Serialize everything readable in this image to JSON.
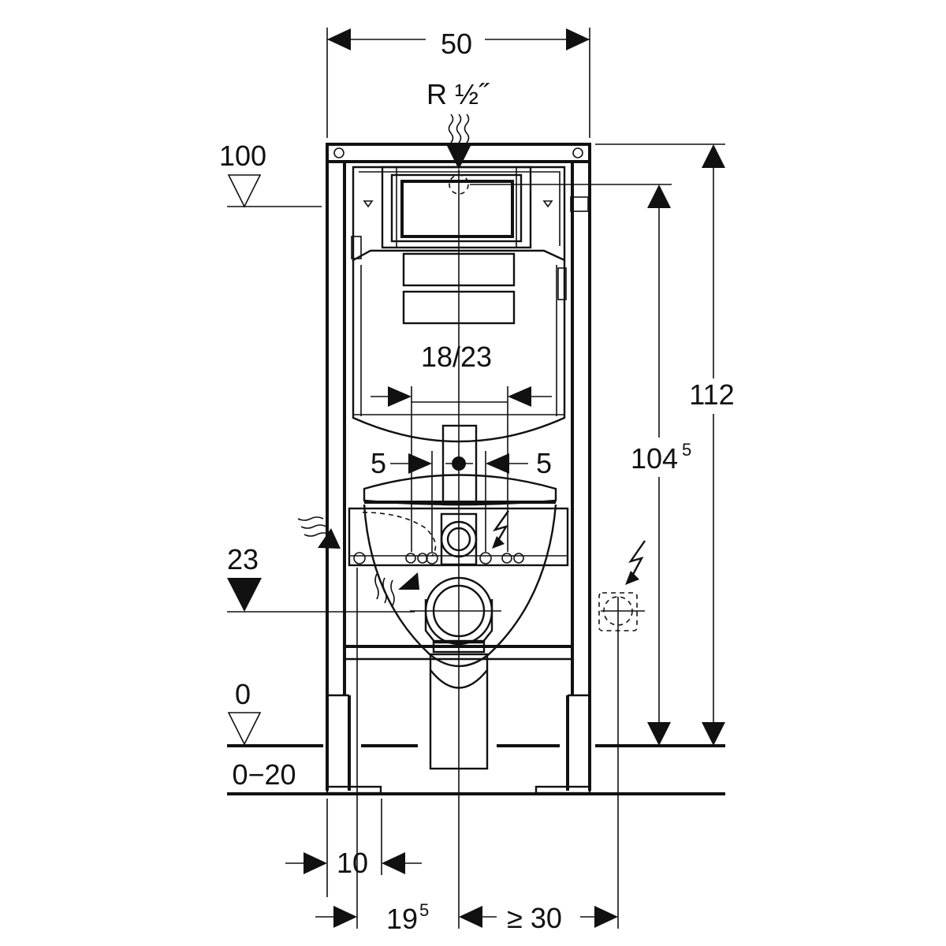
{
  "dimensions": {
    "top_width": "50",
    "supply_thread": "R ½˝",
    "level_top": "100",
    "level_mid": "23",
    "level_floor": "0",
    "floor_build_up": "0−20",
    "flush_plate_spacing": "18/23",
    "offset_left": "5",
    "offset_right": "5",
    "total_height": "112",
    "supply_height_main": "104",
    "supply_height_sup": "5",
    "frame_depth": "10",
    "drain_offset_main": "19",
    "drain_offset_sup": "5",
    "min_clearance": "≥ 30"
  },
  "icons": {
    "water_supply": "water-wave-icon",
    "electrical": "lightning-bolt-icon",
    "level_marker": "level-triangle-icon"
  },
  "colors": {
    "ink": "#111111",
    "paper": "#ffffff"
  }
}
